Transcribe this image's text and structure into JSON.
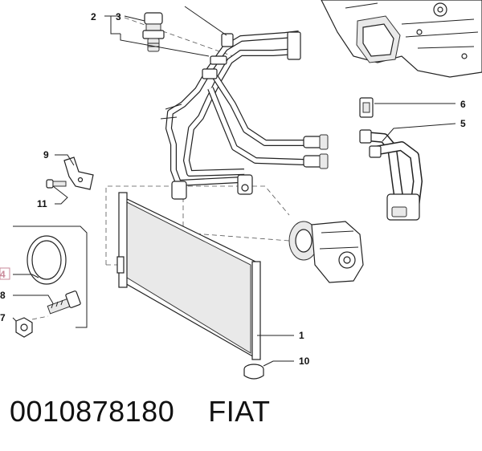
{
  "callouts": {
    "c1": "1",
    "c2": "2",
    "c3": "3",
    "c4": "4",
    "c5": "5",
    "c6": "6",
    "c7": "7",
    "c8": "8",
    "c9": "9",
    "c10": "10",
    "c11": "11"
  },
  "caption": "0010878180    FIAT",
  "colors": {
    "line": "#222222",
    "callout_4_highlight": "#c98a9a"
  }
}
